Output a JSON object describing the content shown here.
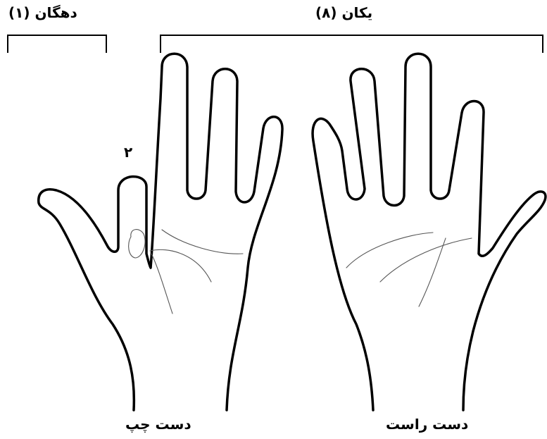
{
  "labels": {
    "tens": "دهگان (۱)",
    "units": "یکان (۸)",
    "folded_finger": "۲",
    "left_hand": "دست چپ",
    "right_hand": "دست راست"
  },
  "hands": {
    "left": {
      "raised_fingers": 4,
      "thumb": "extended",
      "folded_fingers": 1
    },
    "right": {
      "raised_fingers": 5
    }
  }
}
